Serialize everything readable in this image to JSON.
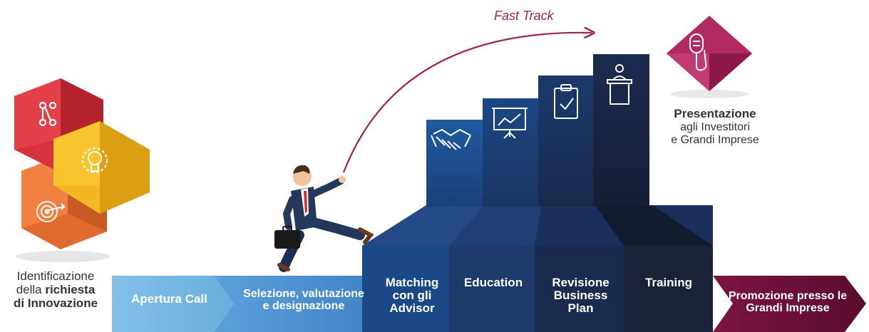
{
  "fast_track_label": "Fast Track",
  "left_block": {
    "line1": "Identificazione",
    "line2_pre": "della ",
    "line2_bold": "richiesta",
    "line3": "di Innovazione"
  },
  "right_block": {
    "title": "Presentazione",
    "line2": "agli Investitori",
    "line3": "e Grandi Imprese"
  },
  "steps": {
    "apertura": "Apertura Call",
    "selezione_l1": "Selezione, valutazione",
    "selezione_l2": "e designazione",
    "matching_l1": "Matching",
    "matching_l2": "con gli",
    "matching_l3": "Advisor",
    "education": "Education",
    "revisione_l1": "Revisione",
    "revisione_l2": "Business",
    "revisione_l3": "Plan",
    "training": "Training",
    "promozione_l1": "Promozione presso le",
    "promozione_l2": "Grandi Imprese"
  },
  "colors": {
    "light_blue": "#6fb2e0",
    "mid_blue": "#4b8fd2",
    "navy": "#1f3a6e",
    "dark_navy": "#1a2238",
    "burgundy": "#6e1038",
    "magenta": "#a21f52",
    "red_cube": "#d8323a",
    "yellow_cube": "#f3b821",
    "orange_cube": "#e8733a"
  },
  "icons": [
    "graph-icon",
    "lightbulb-gear-icon",
    "target-icon",
    "handshake-icon",
    "presentation-chart-icon",
    "clipboard-check-icon",
    "podium-speaker-icon",
    "microphone-icon"
  ]
}
